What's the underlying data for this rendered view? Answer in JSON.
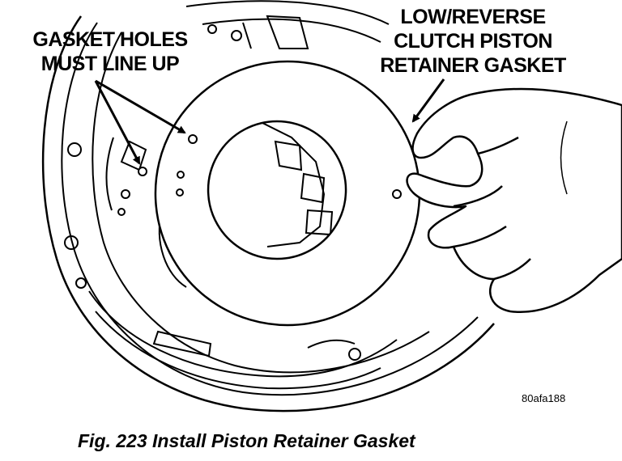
{
  "callouts": {
    "gasket_holes": [
      "GASKET HOLES",
      "MUST LINE UP"
    ],
    "gasket_name": [
      "LOW/REVERSE",
      "CLUTCH PISTON",
      "RETAINER GASKET"
    ]
  },
  "figure_id": "80afa188",
  "caption": "Fig. 223 Install Piston Retainer Gasket",
  "colors": {
    "ink": "#000000",
    "paper": "#ffffff"
  }
}
